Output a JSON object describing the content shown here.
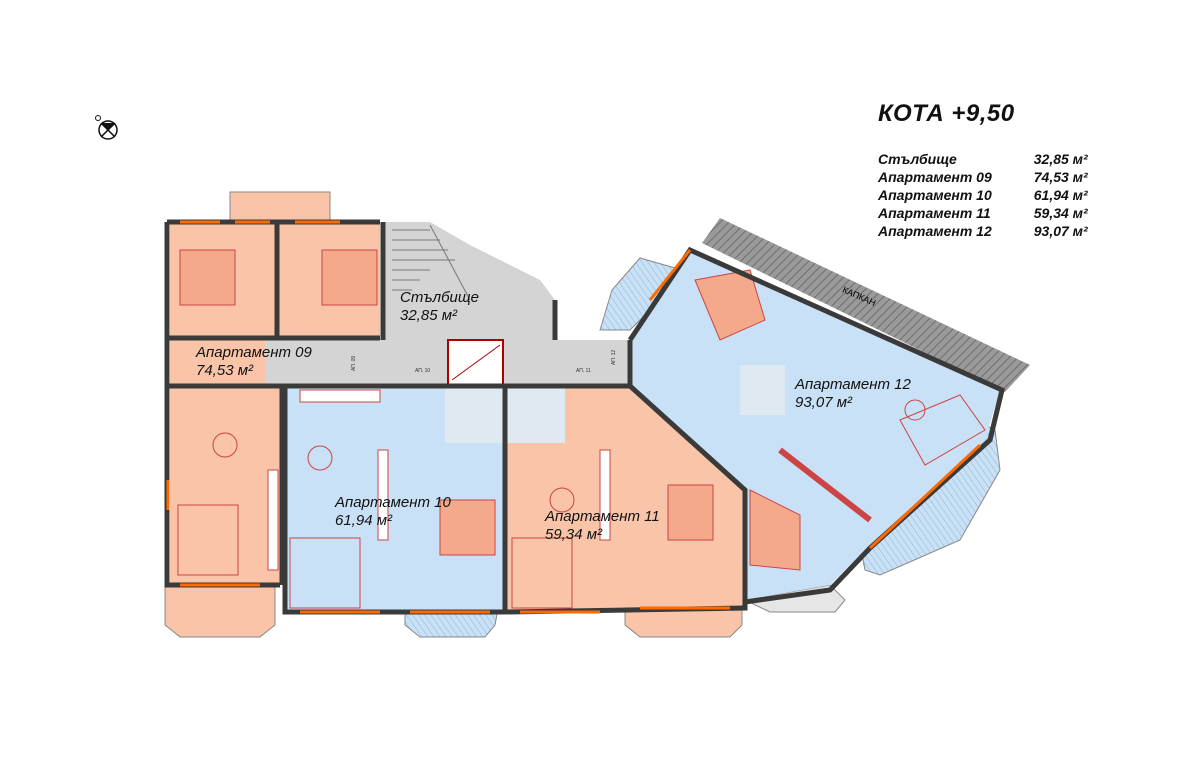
{
  "legend": {
    "title": "КОТА +9,50",
    "rows": [
      {
        "name": "Стълбище",
        "area": "32,85 м²"
      },
      {
        "name": "Апартамент 09",
        "area": "74,53 м²"
      },
      {
        "name": "Апартамент 10",
        "area": "61,94 м²"
      },
      {
        "name": "Апартамент 11",
        "area": "59,34 м²"
      },
      {
        "name": "Апартамент 12",
        "area": "93,07 м²"
      }
    ]
  },
  "plan": {
    "stairs": {
      "name": "Стълбище",
      "area": "32,85 м²"
    },
    "apt09": {
      "name": "Апартамент 09",
      "area": "74,53 м²",
      "door": "АП. 09"
    },
    "apt10": {
      "name": "Апартамент 10",
      "area": "61,94 м²",
      "door": "АП. 10"
    },
    "apt11": {
      "name": "Апартамент 11",
      "area": "59,34 м²",
      "door": "АП. 11"
    },
    "apt12": {
      "name": "Апартамент 12",
      "area": "93,07 м²",
      "door": "АП. 12"
    },
    "roof_label": "КАПКАН"
  },
  "colors": {
    "salmon": "#f9c4a8",
    "blue": "#c9e1f6",
    "grey": "#d4d4d4",
    "wall": "#3a3a3a",
    "orange": "#ff6a00"
  }
}
